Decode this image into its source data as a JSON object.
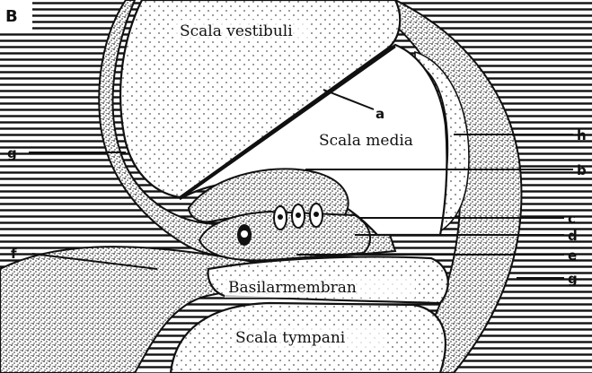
{
  "figure": {
    "panel_label": "B",
    "regions": {
      "scala_vestibuli": "Scala vestibuli",
      "scala_media": "Scala media",
      "basilarmembran": "Basilarmembran",
      "scala_tympani": "Scala tympani"
    },
    "leaders": {
      "a": "a",
      "b": "b",
      "c": "c",
      "d": "d",
      "e": "e",
      "f": "f",
      "g_left": "g",
      "g_right": "g",
      "h": "h"
    },
    "colors": {
      "ink": "#111111",
      "paper": "#ffffff",
      "stipple": "#555555"
    }
  }
}
